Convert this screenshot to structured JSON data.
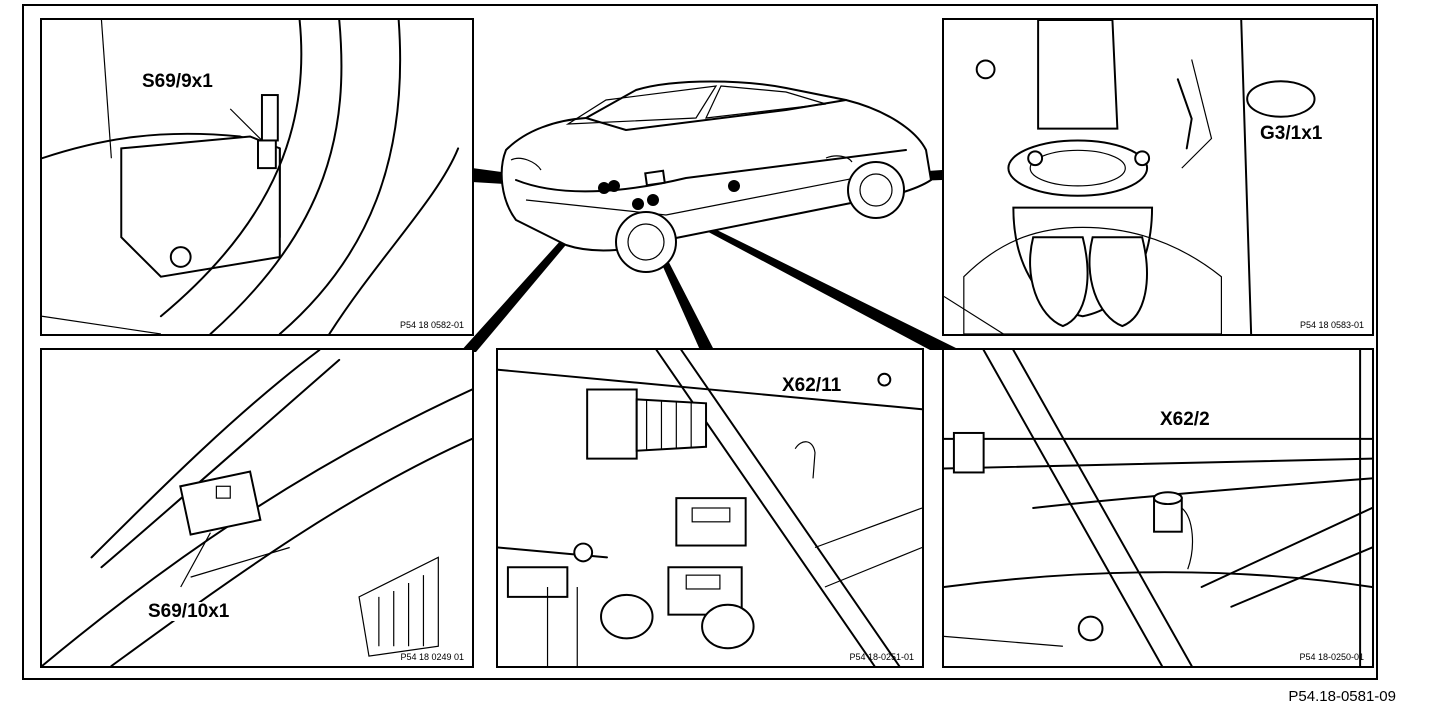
{
  "panels": {
    "top_left": {
      "callout": "S69/9x1",
      "ref": "P54 18 0582-01"
    },
    "top_right": {
      "callout": "G3/1x1",
      "ref": "P54 18 0583-01"
    },
    "bottom_left": {
      "callout": "S69/10x1",
      "ref": "P54 18 0249 01"
    },
    "bottom_middle": {
      "callout": "X62/11",
      "ref": "P54 18-0251-01"
    },
    "bottom_right": {
      "callout": "X62/2",
      "ref": "P54 18-0250-01"
    }
  },
  "figure_id": "P54.18-0581-09",
  "icons": {
    "center": "car-overview-icon"
  }
}
